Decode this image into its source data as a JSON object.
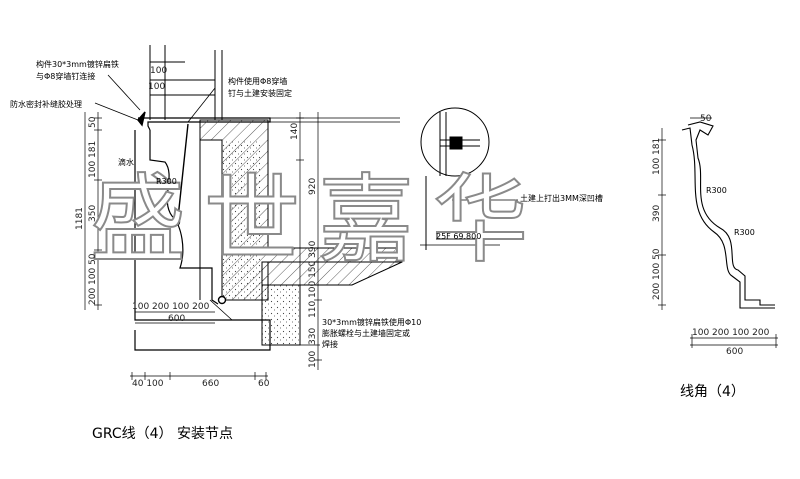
{
  "labels": {
    "member_top": "构件30*3mm镀锌扁铁",
    "member_top2": "与Φ8穿墙钉连接",
    "member_right": "构件使用Φ8穿墙",
    "member_right2": "钉与土建安装固定",
    "waterproof": "防水密封补缝胶处理",
    "drip": "滴水",
    "civil_groove": "土建上打出3MM深凹槽",
    "elevation": "25F  69.800",
    "bottom_member": "30*3mm镀锌扁铁使用Φ10",
    "bottom_member2": "膨胀螺栓与土建墙固定或",
    "bottom_member3": "焊接",
    "r_left": "R300",
    "r_right1": "R300",
    "r_right2": "R300"
  },
  "dims": {
    "top_100": "100",
    "top_100b": "100",
    "top_50": "50",
    "bottom_seg": "40 100",
    "bottom_660": "660",
    "bottom_60": "60",
    "left_100": "100 200 100 200",
    "left_600": "600",
    "right_100": "100 200 100 200",
    "right_600": "600",
    "r_50": "50",
    "left_v1": "50",
    "left_v2": "100 181",
    "left_v3": "350",
    "left_v4": "1181",
    "left_v5": "200 100 50",
    "right_v1": "100 181",
    "right_v2": "390",
    "right_v3": "200 100 50",
    "mid_v1": "140",
    "mid_v2": "920",
    "mid_v3": "110 100 150 390",
    "mid_v4": "330",
    "mid_v5": "100"
  },
  "titles": {
    "main": "GRC线（4） 安装节点",
    "corner": "线角（4）"
  },
  "watermark": "盛世嘉华"
}
